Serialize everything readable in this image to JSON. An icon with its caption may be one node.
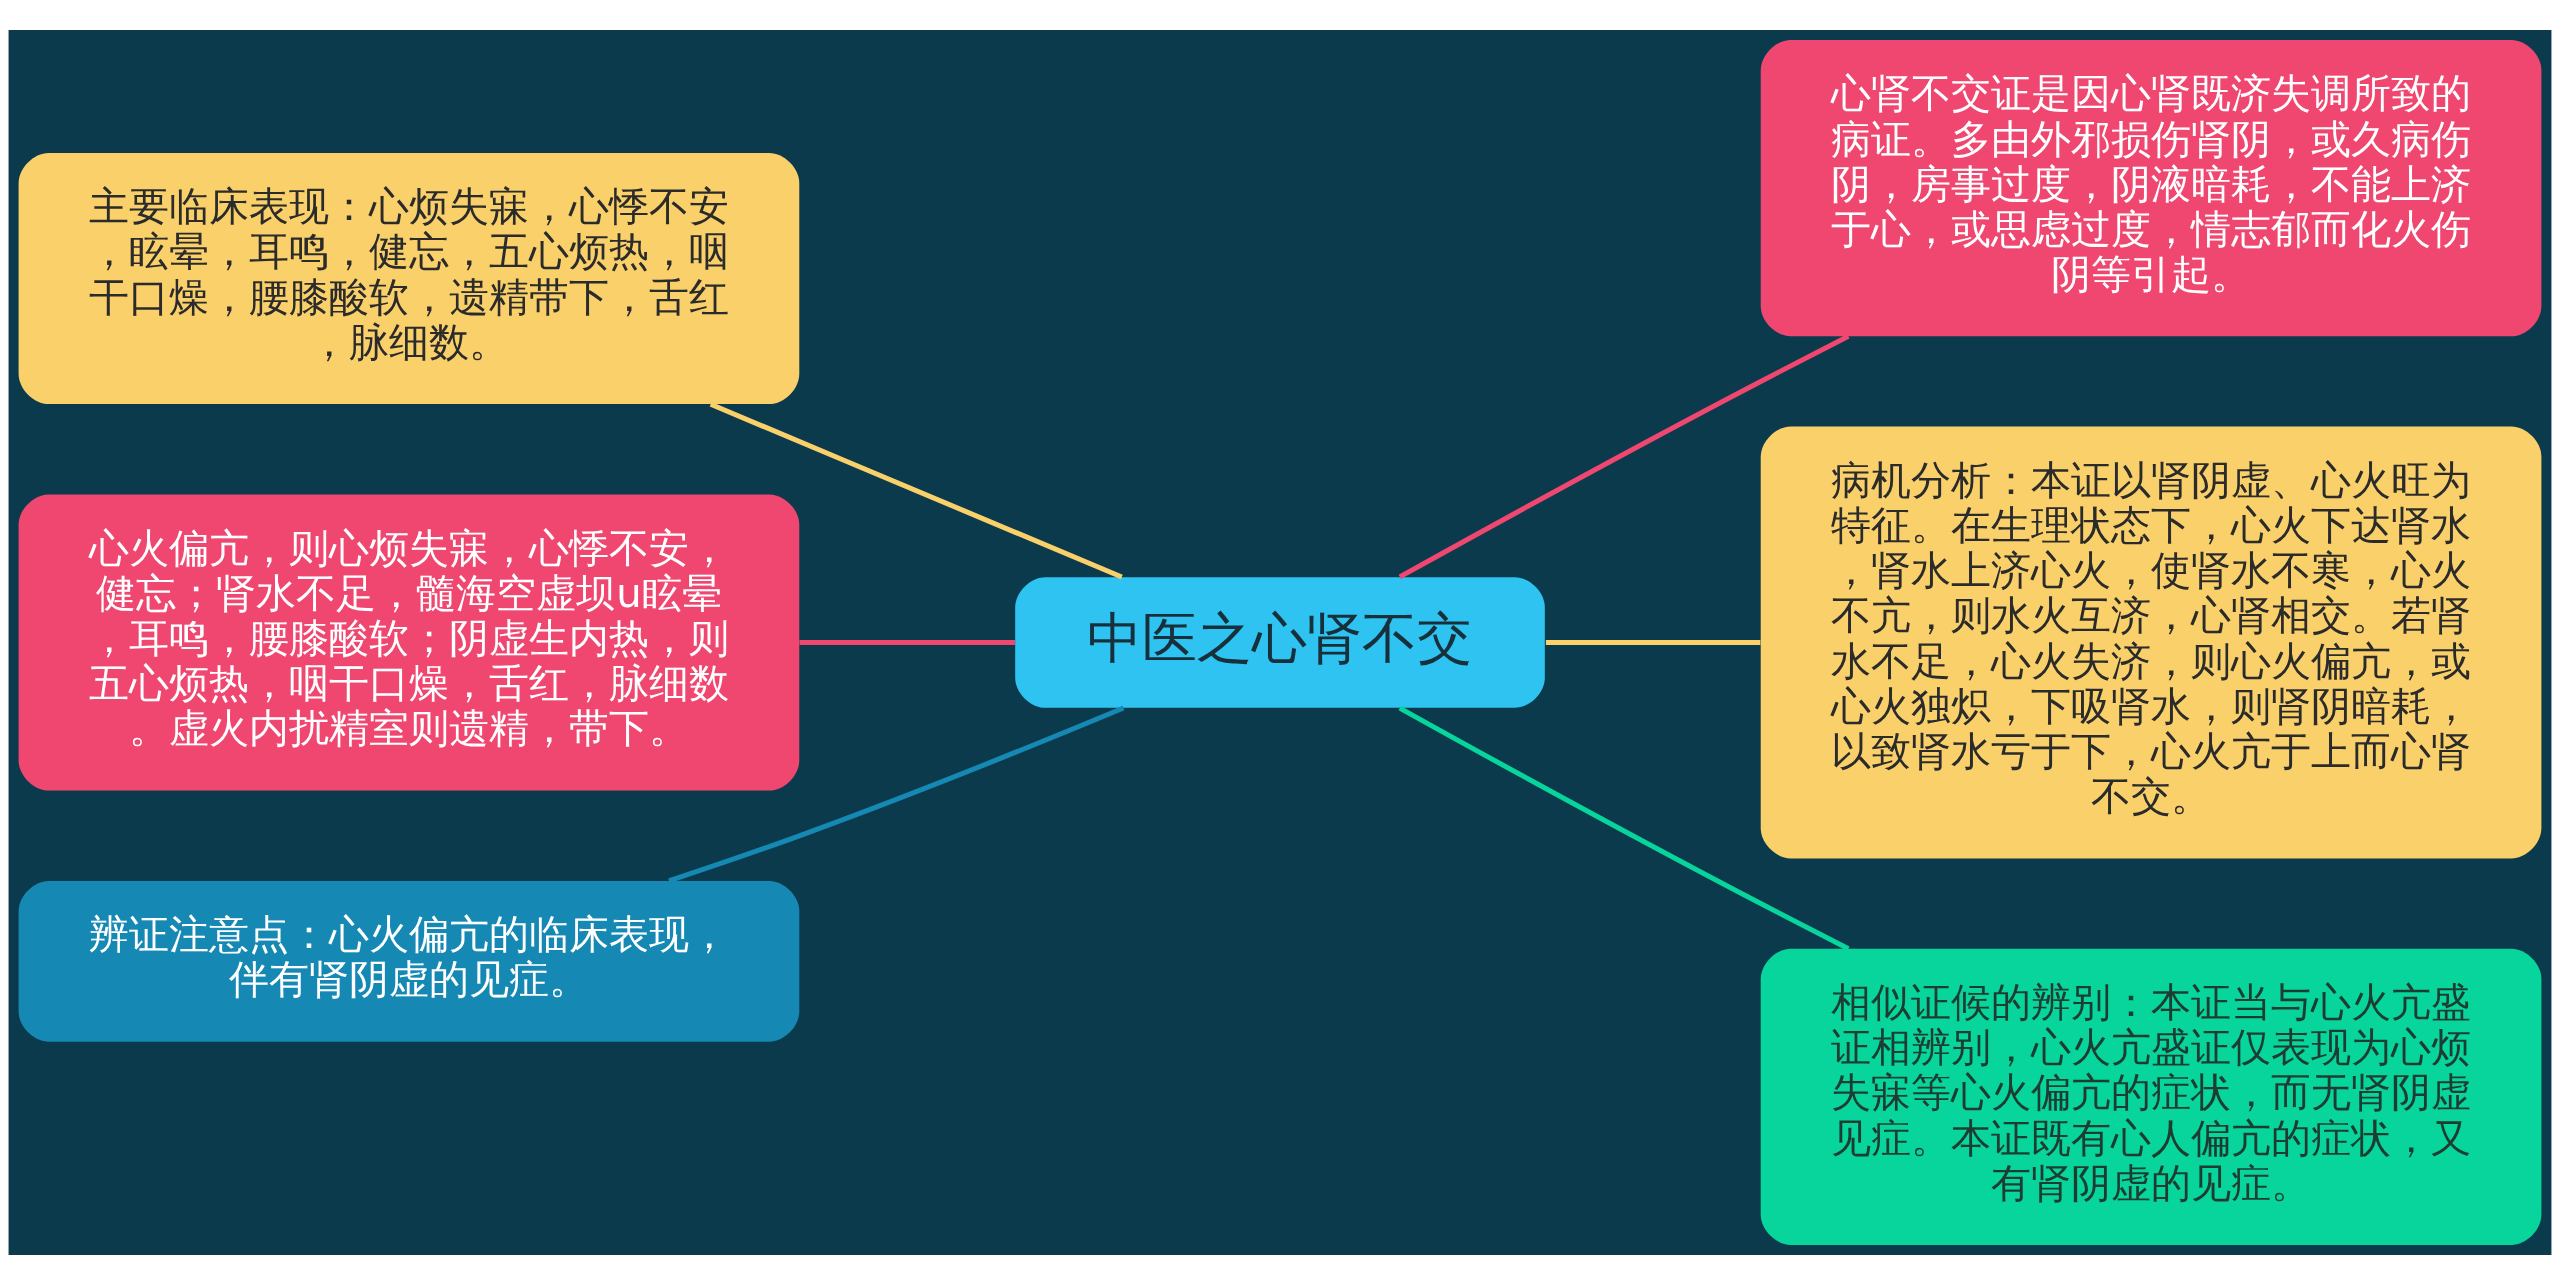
{
  "diagram": {
    "nodes": [
      {
        "text": [
          "中医之心肾不交"
        ]
      },
      {
        "text": [
          "主要临床表现：心烦失寐，心悸不安，眩晕，耳鸣，健忘，五心烦热，咽干口燥，腰膝酸软，遗精带下，舌红，脉细数。"
        ]
      },
      {
        "text": [
          "心火偏亢，则心烦失寐，心悸不安，健忘；肾水不足，髓海空虚坝u眩晕，耳鸣，腰膝酸软；阴虚生内热，则五心烦热，咽干口燥，舌红，脉细数。虚火内扰精室则遗精，带下。"
        ]
      },
      {
        "text": [
          "辨证注意点：心火偏亢的临床表现，伴有肾阴虚的见症。"
        ]
      },
      {
        "text": [
          "心肾不交证是因心肾既济失调所致的病证。多由外邪损伤肾阴，或久病伤阴，房事过度，阴液暗耗，不能上济于心，或思虑过度，情志郁而化火伤阴等引起。"
        ]
      },
      {
        "text": [
          "病机分析：本证以肾阴虚、心火旺为特征。在生理状态下，心火下达肾水，肾水上济心火，使肾水不寒，心火不亢，则水火互济，心肾相交。若肾水不足，心火失济，则心火偏亢，或心火独炽，下吸肾水，则肾阴暗耗，以致肾水亏于下，心火亢于上而心肾不交。"
        ]
      },
      {
        "text": [
          "相似证候的辨别：本证当与心火亢盛证相辨别，心火亢盛证仅表现为心烦失寐等心火偏亢的症状，而无肾阴虚见症。本证既有心人偏亢的症状，又有肾阴虚的见症。"
        ]
      }
    ],
    "edges": [
      {
        "from": 0,
        "to": 1,
        "arrow": "none",
        "color": "#f9d06a"
      },
      {
        "from": 0,
        "to": 2,
        "arrow": "none",
        "color": "#ef4770"
      },
      {
        "from": 0,
        "to": 3,
        "arrow": "none",
        "color": "#1589b3"
      },
      {
        "from": 0,
        "to": 4,
        "arrow": "none",
        "color": "#ef4770"
      },
      {
        "from": 0,
        "to": 5,
        "arrow": "none",
        "color": "#f9d06a"
      },
      {
        "from": 0,
        "to": 6,
        "arrow": "none",
        "color": "#08d59b"
      }
    ]
  }
}
